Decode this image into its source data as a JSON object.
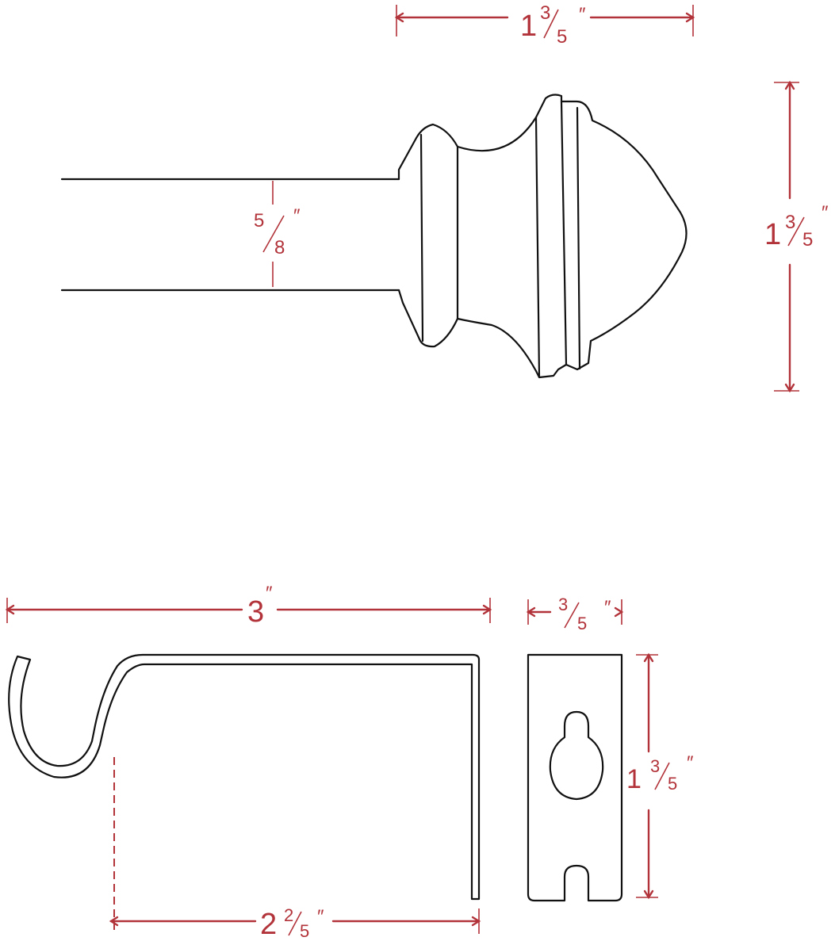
{
  "dimensions": {
    "finial_length": {
      "whole": "1",
      "num": "3",
      "den": "5",
      "unit": "″"
    },
    "rod_diameter": {
      "num": "5",
      "den": "8",
      "unit": "″"
    },
    "finial_height": {
      "whole": "1",
      "num": "3",
      "den": "5",
      "unit": "″"
    },
    "bracket_length": {
      "whole": "3",
      "unit": "″"
    },
    "plate_width": {
      "num": "3",
      "den": "5",
      "unit": "″"
    },
    "plate_height": {
      "whole": "1",
      "num": "3",
      "den": "5",
      "unit": "″"
    },
    "bracket_projection": {
      "whole": "2",
      "num": "2",
      "den": "5",
      "unit": "″"
    }
  },
  "colors": {
    "dimension": "#b2333a",
    "outline": "#111111",
    "background": "#ffffff"
  }
}
